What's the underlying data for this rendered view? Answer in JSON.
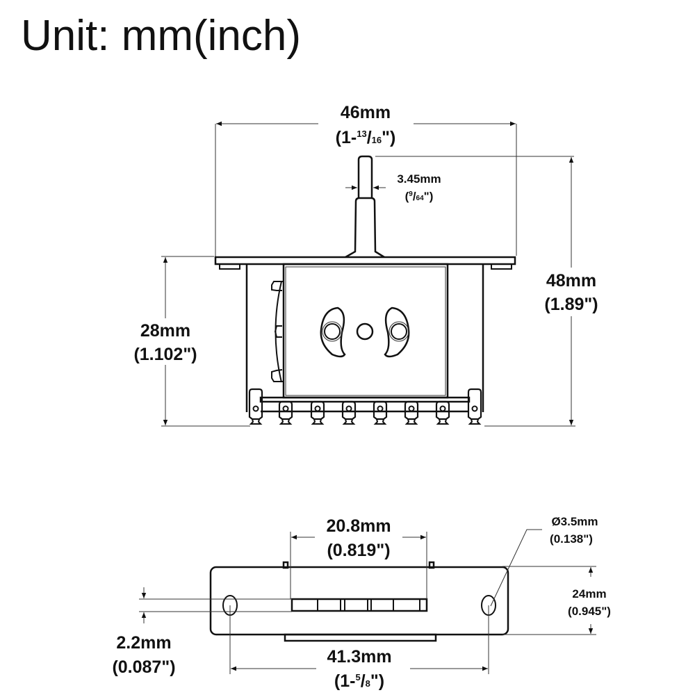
{
  "title": "Unit: mm(inch)",
  "top_view": {
    "width": {
      "mm": "46mm",
      "pre": "(1-",
      "num": "13",
      "slash": "/",
      "den": "16",
      "post": "\")"
    },
    "lever": {
      "mm": "3.45mm",
      "pre": "(",
      "num": "9",
      "slash": "/",
      "den": "64",
      "post": "\")"
    },
    "height_total": {
      "mm": "48mm",
      "inch": "(1.89\")"
    },
    "height_body": {
      "mm": "28mm",
      "inch": "(1.102\")"
    }
  },
  "bottom_view": {
    "slot_length": {
      "mm": "20.8mm",
      "inch": "(0.819\")"
    },
    "hole": {
      "mm": "Ø3.5mm",
      "inch": "(0.138\")"
    },
    "plate_width": {
      "mm": "24mm",
      "inch": "(0.945\")"
    },
    "slot_width": {
      "mm": "2.2mm",
      "inch": "(0.087\")"
    },
    "hole_spacing": {
      "mm": "41.3mm",
      "pre": "(1-",
      "num": "5",
      "slash": "/",
      "den": "8",
      "post": "\")"
    }
  }
}
